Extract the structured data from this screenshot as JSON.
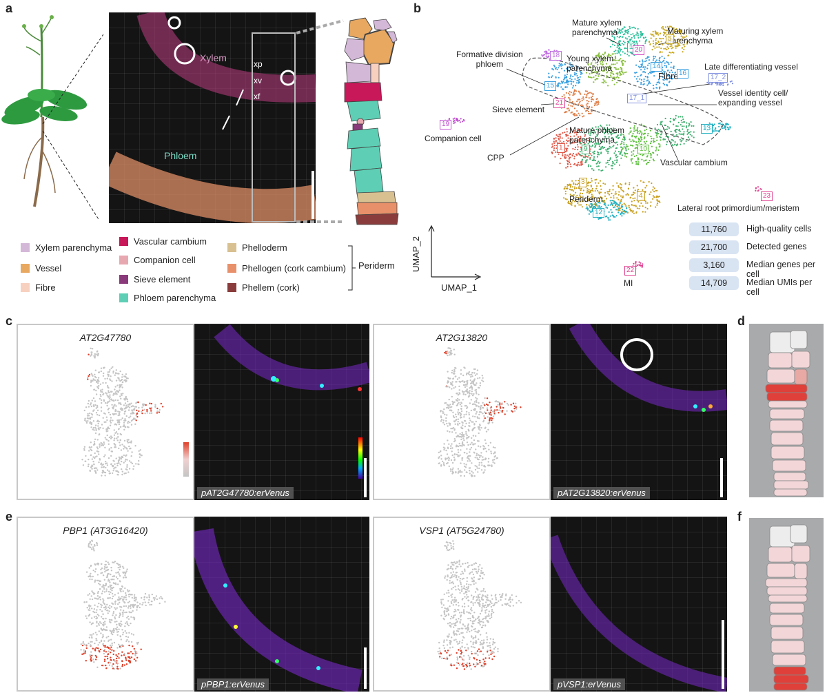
{
  "panel_letters": {
    "a": "a",
    "b": "b",
    "c": "c",
    "d": "d",
    "e": "e",
    "f": "f"
  },
  "panel_a": {
    "micro_labels": {
      "xylem": "Xylem",
      "phloem": "Phloem",
      "xp": "xp",
      "xv": "xv",
      "xf": "xf"
    },
    "legend": [
      {
        "label": "Xylem parenchyma",
        "color": "#d4b8d8"
      },
      {
        "label": "Vessel",
        "color": "#e8a860"
      },
      {
        "label": "Fibre",
        "color": "#f8d0c0"
      },
      {
        "label": "Vascular cambium",
        "color": "#c8185a"
      },
      {
        "label": "Companion cell",
        "color": "#e8a8b0"
      },
      {
        "label": "Sieve element",
        "color": "#8a3a7a"
      },
      {
        "label": "Phloem parenchyma",
        "color": "#5ecfb4"
      },
      {
        "label": "Phelloderm",
        "color": "#d8c090"
      },
      {
        "label": "Phellogen (cork cambium)",
        "color": "#e8906a"
      },
      {
        "label": "Phellem (cork)",
        "color": "#8a3c3c"
      }
    ],
    "periderm_label": "Periderm"
  },
  "panel_b": {
    "axis_x": "UMAP_1",
    "axis_y": "UMAP_2",
    "cluster_labels": {
      "mature_xylem": "Mature xylem\nparenchyma",
      "maturing_xylem": "Maturing xylem\nparenchyma",
      "formative": "Formative division\nphloem",
      "young_xylem": "Young xylem\nparenchyma",
      "fibre": "Fibre",
      "late_diff": "Late differentiating vessel",
      "vessel_identity": "Vessel identity cell/\nexpanding vessel",
      "sieve": "Sieve element",
      "companion": "Companion cell",
      "mature_phloem": "Mature phloem\nparenchyma",
      "cpp": "CPP",
      "vascular_cambium": "Vascular cambium",
      "periderm": "Periderm",
      "lateral_root": "Lateral root primordium/meristem",
      "mi": "MI"
    },
    "cluster_numbers": [
      "11",
      "20",
      "5",
      "18",
      "15",
      "14",
      "16",
      "17_2",
      "17_1",
      "21",
      "19",
      "13",
      "1",
      "9",
      "10",
      "3",
      "4",
      "12",
      "23",
      "22"
    ],
    "stats": [
      {
        "value": "11,760",
        "label": "High-quality cells"
      },
      {
        "value": "21,700",
        "label": "Detected genes"
      },
      {
        "value": "3,160",
        "label": "Median genes per cell"
      },
      {
        "value": "14,709",
        "label": "Median UMIs per cell"
      }
    ]
  },
  "panel_c": {
    "left_gene": "AT2G47780",
    "left_caption": "pAT2G47780:erVenus",
    "right_gene": "AT2G13820",
    "right_caption": "pAT2G13820:erVenus"
  },
  "panel_e": {
    "left_gene": "PBP1 (AT3G16420)",
    "left_caption": "pPBP1:erVenus",
    "right_gene": "VSP1 (AT5G24780)",
    "right_caption": "pVSP1:erVenus"
  },
  "colors": {
    "umap_grey": "#c4c4c4",
    "expr_red": "#e0402a",
    "panel_bg_grey": "#a8aaac"
  }
}
